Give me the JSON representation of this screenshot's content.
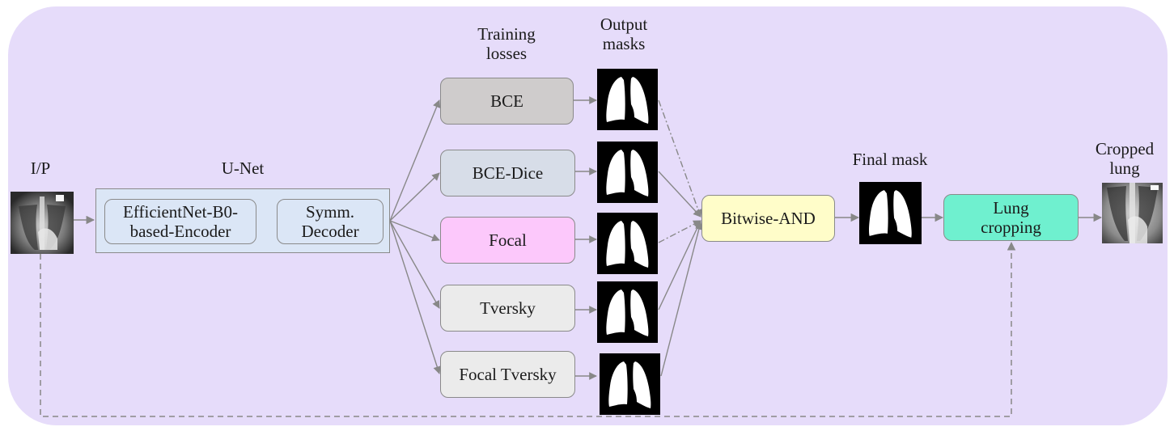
{
  "labels": {
    "input": "I/P",
    "unet": "U-Net",
    "training_losses": "Training\nlosses",
    "output_masks": "Output\nmasks",
    "final_mask": "Final mask",
    "cropped_lung": "Cropped\nlung"
  },
  "unet": {
    "encoder": "EfficientNet-B0-\nbased-Encoder",
    "decoder": "Symm.\nDecoder"
  },
  "losses": [
    {
      "name": "BCE",
      "color": "#cfcccc"
    },
    {
      "name": "BCE-Dice",
      "color": "#d7dde8"
    },
    {
      "name": "Focal",
      "color": "#fcc8fb"
    },
    {
      "name": "Tversky",
      "color": "#ebebeb"
    },
    {
      "name": "Focal Tversky",
      "color": "#ebebeb"
    }
  ],
  "combine": {
    "label": "Bitwise-AND",
    "color": "#fffdc9"
  },
  "crop": {
    "label": "Lung\ncropping",
    "color": "#6ff0cf"
  },
  "colors": {
    "background": "#e6dcfa",
    "unet_fill": "#dbe6f6",
    "arrow": "#888888",
    "mask": "#000000"
  }
}
